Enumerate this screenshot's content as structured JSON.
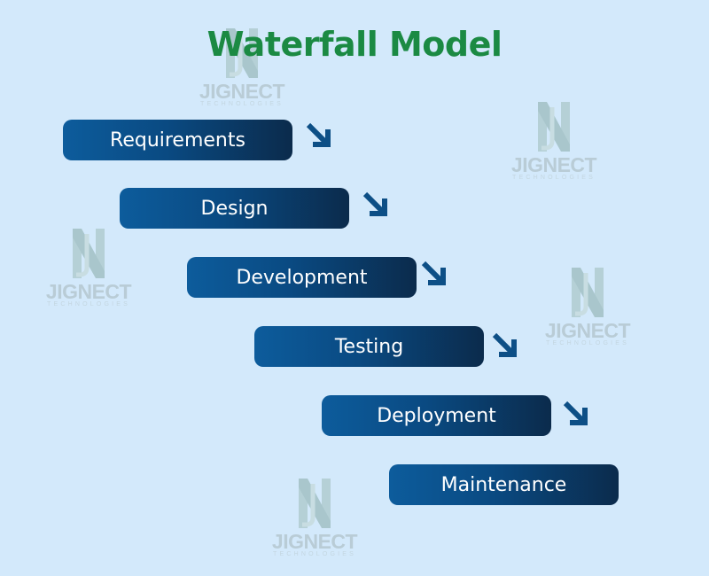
{
  "title": "Waterfall Model",
  "steps": [
    {
      "label": "Requirements"
    },
    {
      "label": "Design"
    },
    {
      "label": "Development"
    },
    {
      "label": "Testing"
    },
    {
      "label": "Deployment"
    },
    {
      "label": "Maintenance"
    }
  ],
  "watermark": {
    "brand": "JIGNECT",
    "sub": "TECHNOLOGIES"
  },
  "colors": {
    "title": "#1b8a43",
    "background": "#d3e9fb",
    "box_start": "#0d5c9c",
    "box_end": "#0b2b4c",
    "arrow": "#0d4f86"
  }
}
